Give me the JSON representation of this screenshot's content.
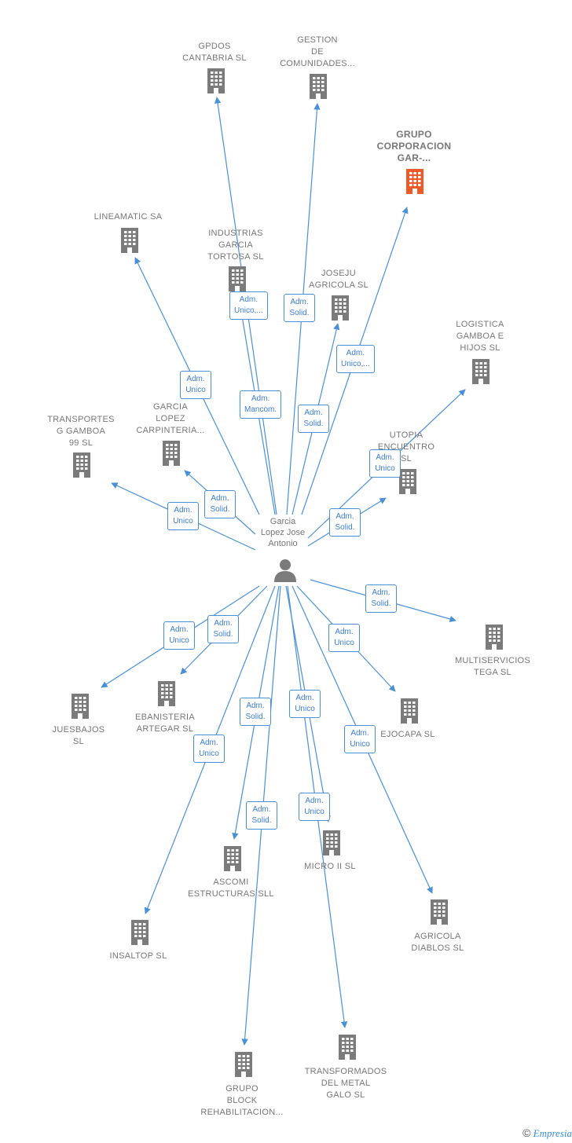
{
  "colors": {
    "edge": "#4a90d9",
    "building": "#7b7b7b",
    "highlight": "#f05a28",
    "badge_text": "#3b7dd8"
  },
  "center": {
    "name": "Garcia\nLopez Jose\nAntonio",
    "icon": "person-icon"
  },
  "companies": [
    {
      "id": "gpdos",
      "label": "GPDOS\nCANTABRIA SL"
    },
    {
      "id": "gestion",
      "label": "GESTION\nDE\nCOMUNIDADES..."
    },
    {
      "id": "grupo-corp",
      "label": "GRUPO\nCORPORACION\nGAR-...",
      "highlight": true
    },
    {
      "id": "lineamatic",
      "label": "LINEAMATIC SA"
    },
    {
      "id": "industrias",
      "label": "INDUSTRIAS\nGARCIA\nTORTOSA SL"
    },
    {
      "id": "joseju",
      "label": "JOSEJU\nAGRICOLA  SL"
    },
    {
      "id": "logistica",
      "label": "LOGISTICA\nGAMBOA E\nHIJOS  SL"
    },
    {
      "id": "transportes",
      "label": "TRANSPORTES\nG GAMBOA\n99  SL"
    },
    {
      "id": "garcia-lopez",
      "label": "GARCIA\nLOPEZ\nCARPINTERIA..."
    },
    {
      "id": "utopia",
      "label": "UTOPIA\nENCUENTRO\nSL"
    },
    {
      "id": "multiservicios",
      "label": "MULTISERVICIOS\nTEGA  SL"
    },
    {
      "id": "juesbajos",
      "label": "JUESBAJOS\nSL"
    },
    {
      "id": "ebanisteria",
      "label": "EBANISTERIA\nARTEGAR  SL"
    },
    {
      "id": "ejocapa",
      "label": "EJOCAPA SL"
    },
    {
      "id": "ascomi",
      "label": "ASCOMI\nESTRUCTURAS SLL"
    },
    {
      "id": "micro",
      "label": "MICRO II SL"
    },
    {
      "id": "agricola-diablos",
      "label": "AGRICOLA\nDIABLOS SL"
    },
    {
      "id": "insaltop",
      "label": "INSALTOP SL"
    },
    {
      "id": "grupo-block",
      "label": "GRUPO\nBLOCK\nREHABILITACION..."
    },
    {
      "id": "transformados",
      "label": "TRANSFORMADOS\nDEL METAL\nGALO SL"
    }
  ],
  "edges": [
    {
      "to": "industrias",
      "label": "Adm.\nUnico,..."
    },
    {
      "to": "gpdos",
      "label": "Adm.\nMancom."
    },
    {
      "to": "gestion",
      "label": "Adm.\nSolid."
    },
    {
      "to": "grupo-corp",
      "label": "Adm.\nUnico,..."
    },
    {
      "to": "joseju",
      "label": "Adm.\nSolid."
    },
    {
      "to": "lineamatic",
      "label": "Adm.\nUnico"
    },
    {
      "to": "garcia-lopez",
      "label": "Adm.\nSolid."
    },
    {
      "to": "transportes",
      "label": "Adm.\nUnico"
    },
    {
      "to": "logistica",
      "label": "Adm.\nUnico"
    },
    {
      "to": "utopia",
      "label": "Adm.\nSolid."
    },
    {
      "to": "multiservicios",
      "label": "Adm.\nSolid."
    },
    {
      "to": "juesbajos",
      "label": "Adm.\nUnico"
    },
    {
      "to": "ebanisteria",
      "label": "Adm.\nSolid."
    },
    {
      "to": "ejocapa",
      "label": "Adm.\nUnico"
    },
    {
      "to": "ascomi",
      "label": "Adm.\nSolid."
    },
    {
      "to": "micro",
      "label": "Adm.\nUnico"
    },
    {
      "to": "agricola-diablos",
      "label": "Adm.\nUnico"
    },
    {
      "to": "insaltop",
      "label": "Adm.\nUnico"
    },
    {
      "to": "grupo-block",
      "label": "Adm.\nSolid."
    },
    {
      "to": "transformados",
      "label": "Adm.\nUnico"
    }
  ],
  "footer": {
    "copyright": "©",
    "brand": "Empresia"
  }
}
